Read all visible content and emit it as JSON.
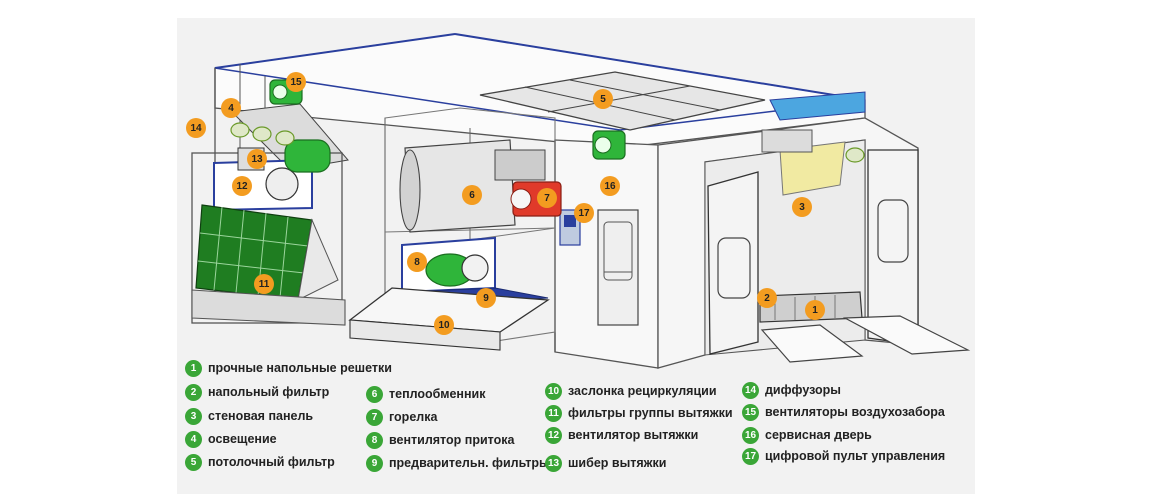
{
  "callouts": [
    "1",
    "2",
    "3",
    "4",
    "5",
    "6",
    "7",
    "8",
    "9",
    "10",
    "11",
    "12",
    "13",
    "14",
    "15",
    "16",
    "17"
  ],
  "legend": [
    {
      "num": "1",
      "label": "прочные напольные решетки"
    },
    {
      "num": "2",
      "label": "напольный фильтр"
    },
    {
      "num": "3",
      "label": "стеновая панель"
    },
    {
      "num": "4",
      "label": "освещение"
    },
    {
      "num": "5",
      "label": "потолочный фильтр"
    },
    {
      "num": "6",
      "label": "теплообменник"
    },
    {
      "num": "7",
      "label": "горелка"
    },
    {
      "num": "8",
      "label": "вентилятор притока"
    },
    {
      "num": "9",
      "label": "предварительн. фильтры"
    },
    {
      "num": "10",
      "label": "заслонка рециркуляции"
    },
    {
      "num": "11",
      "label": "фильтры группы вытяжки"
    },
    {
      "num": "12",
      "label": "вентилятор вытяжки"
    },
    {
      "num": "13",
      "label": "шибер вытяжки"
    },
    {
      "num": "14",
      "label": "диффузоры"
    },
    {
      "num": "15",
      "label": "вентиляторы воздухозабора"
    },
    {
      "num": "16",
      "label": "сервисная дверь"
    },
    {
      "num": "17",
      "label": "цифровой пульт управления"
    }
  ],
  "colors": {
    "callout": "#f39c20",
    "legend_badge": "#3aa637",
    "fan_green": "#2fb53a",
    "filter_green": "#1f7d21",
    "frame_blue": "#2a3f9e",
    "burner_red": "#e03a2a",
    "wall_panel": "#f1eaa2"
  }
}
